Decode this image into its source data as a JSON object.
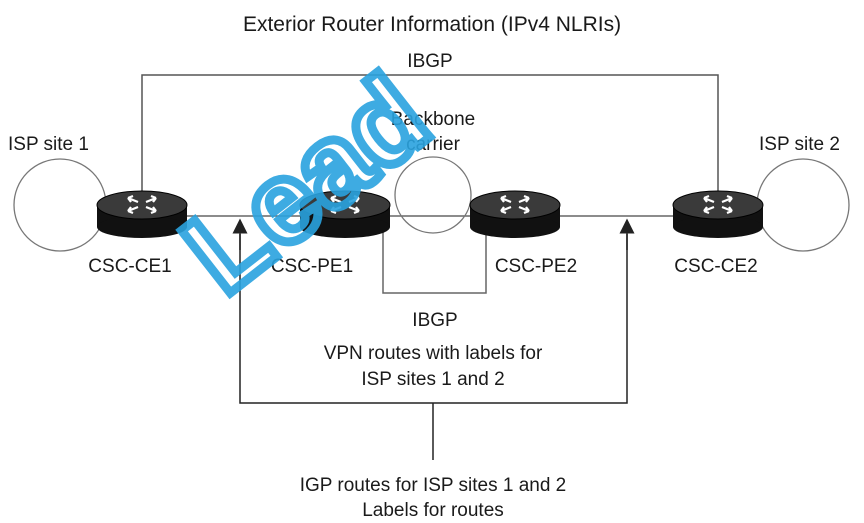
{
  "diagram": {
    "title": "Exterior Router Information (IPv4 NLRIs)",
    "top_link_label": "IBGP",
    "backbone_label_line1": "Backbone",
    "backbone_label_line2": "carrier",
    "isp_site_1": "ISP site 1",
    "isp_site_2": "ISP site 2",
    "routers": {
      "ce1": "CSC-CE1",
      "pe1": "CSC-PE1",
      "pe2": "CSC-PE2",
      "ce2": "CSC-CE2"
    },
    "mid_link_label": "IBGP",
    "vpn_routes_line1": "VPN routes with labels for",
    "vpn_routes_line2": "ISP sites 1 and 2",
    "igp_routes_line1": "IGP routes for ISP sites 1 and 2",
    "igp_routes_line2": "Labels for routes",
    "watermark": "Lead"
  },
  "colors": {
    "line": "#555555",
    "router_top": "#3a3a3a",
    "router_body": "#111111",
    "watermark": "#2aa3df"
  }
}
